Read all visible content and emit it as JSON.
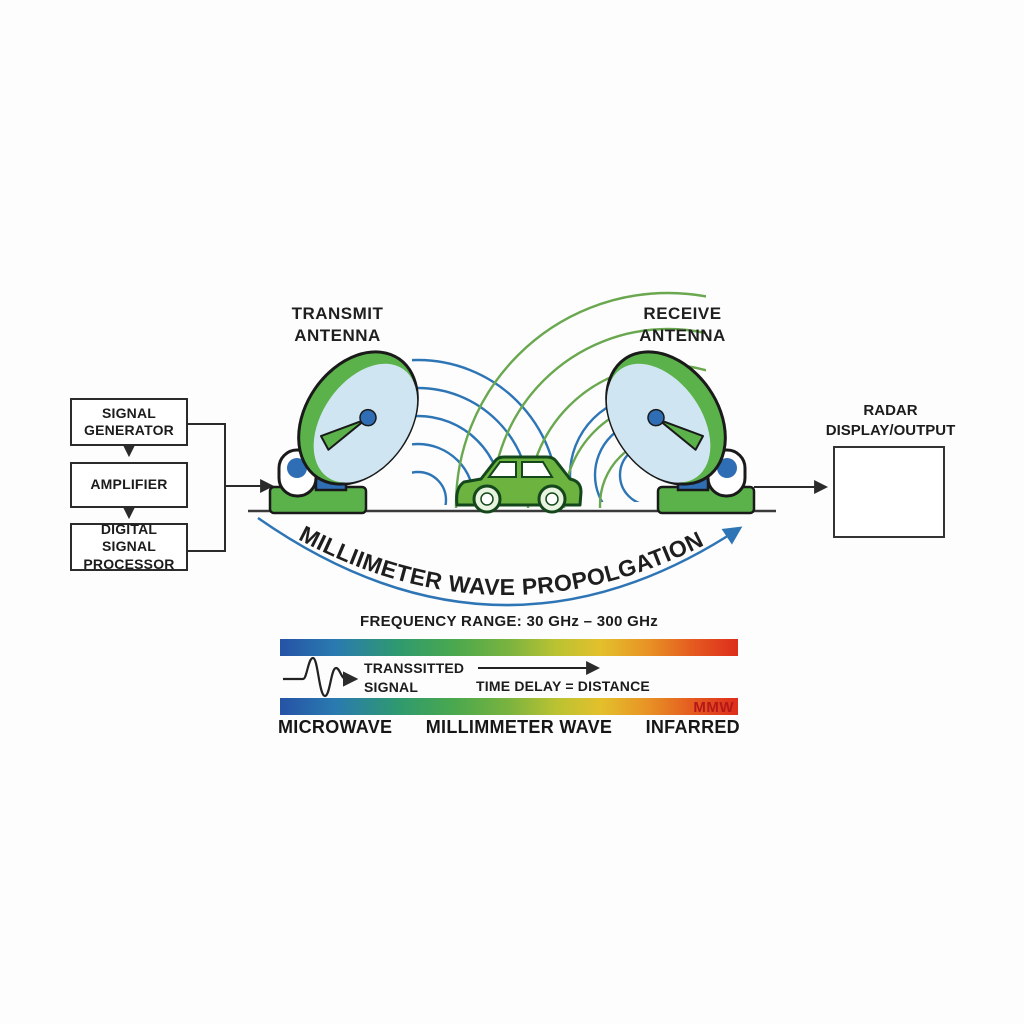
{
  "processing_chain": {
    "signal_generator": "SIGNAL GENERATOR",
    "amplifier": "AMPLIFIER",
    "digital_signal_processor": "DIGITAL SIGNAL PROCESSOR"
  },
  "antennas": {
    "transmit_line1": "TRANSMIT",
    "transmit_line2": "ANTENNA",
    "receive_line1": "RECEIVE",
    "receive_line2": "ANTENNA"
  },
  "output": {
    "radar_line1": "RADAR",
    "radar_line2": "DISPLAY/OUTPUT"
  },
  "propagation": {
    "label": "MILLIIMETER WAVE PROPOLGATION",
    "frequency_range": "FREQUENCY RANGE: 30 GHz – 300 GHz"
  },
  "spectrum": {
    "transmitted_line1": "TRANSSITTED",
    "transmitted_line2": "SIGNAL",
    "time_delay": "TIME DELAY = DISTANCE",
    "mmw_label": "MMW",
    "bands": [
      "MICROWAVE",
      "MILLIMMETER WAVE",
      "INFARRED"
    ]
  },
  "colors": {
    "wave_blue": "#2e75b6",
    "wave_green": "#6aa84f",
    "antenna_green": "#5cb24a",
    "antenna_blue": "#2f6eb5",
    "dish_face": "#cfe6f2",
    "car_green": "#6cb33f",
    "display_car_blue": "#1f5fae",
    "alert_red": "#d93025",
    "mmw_red": "#b51818",
    "spectrum_gradient": [
      "#2653a6",
      "#2a7ab0",
      "#2f9a6e",
      "#4aa84e",
      "#7ab33f",
      "#b9c232",
      "#e3c02c",
      "#e89425",
      "#e55b20",
      "#dd2d1c"
    ]
  }
}
